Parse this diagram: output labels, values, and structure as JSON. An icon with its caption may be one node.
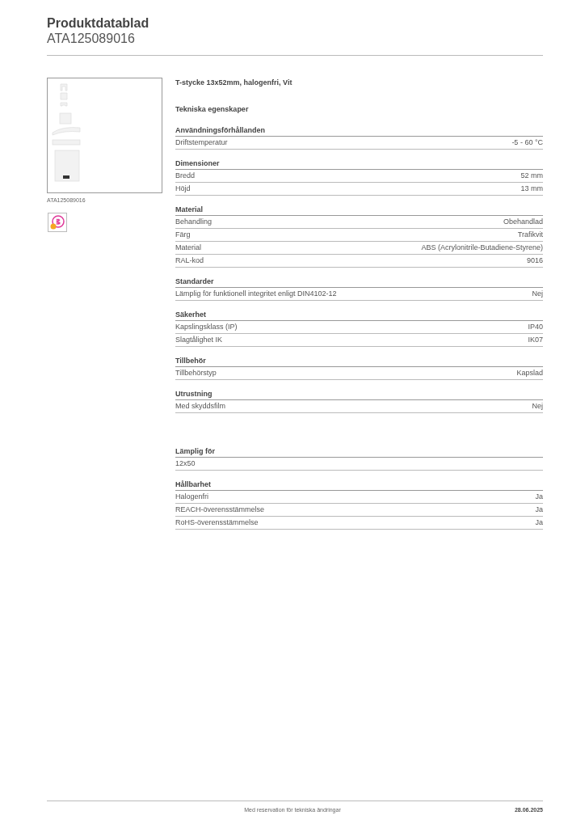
{
  "diagram": {
    "title": "Produktdatablad",
    "labels": [
      "ATA125089016",
      "ATA125089016",
      "T-stycke 13x52mm, halogenfri, Vit",
      "Tekniska egenskaper",
      "Användningsförhållanden",
      "Driftstemperatur",
      "-5 - 60 °C",
      "Dimensioner",
      "Bredd",
      "52 mm",
      "Höjd",
      "13 mm",
      "Material",
      "Behandling",
      "Obehandlad",
      "Färg",
      "Trafikvit",
      "Material",
      "ABS (Acrylonitrile-Butadiene-Styrene)",
      "RAL-kod",
      "9016",
      "Standarder",
      "Lämplig för funktionell integritet enligt DIN4102-12",
      "Nej",
      "Säkerhet",
      "Kapslingsklass (IP)",
      "IP40",
      "Slagtålighet IK",
      "IK07",
      "Tillbehör",
      "Tillbehörstyp",
      "Kapslad",
      "Utrustning",
      "Med skyddsfilm",
      "Nej",
      "Lämplig för",
      "12x50",
      "Hållbarhet",
      "Halogenfri",
      "Ja",
      "REACH-överensstämmelse",
      "Ja",
      "RoHS-överensstämmelse",
      "Ja",
      "Med reservation för tekniska ändringar",
      "28.06.2025"
    ]
  }
}
